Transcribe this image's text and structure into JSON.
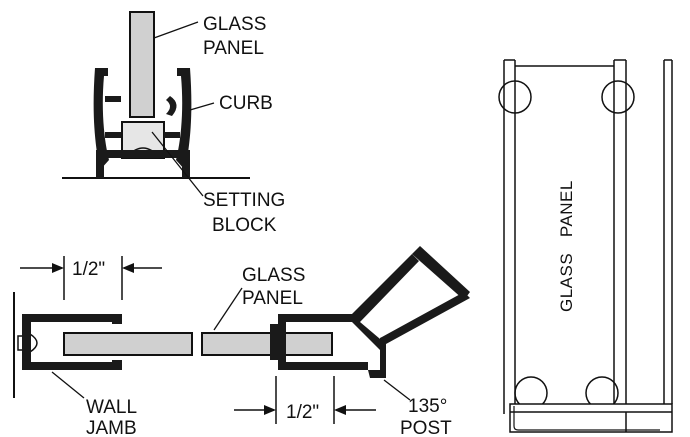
{
  "labels": {
    "glass_panel_top_1": "GLASS",
    "glass_panel_top_2": "PANEL",
    "curb": "CURB",
    "setting_block_1": "SETTING",
    "setting_block_2": "BLOCK",
    "dim_left": "1/2\"",
    "glass_panel_mid_1": "GLASS",
    "glass_panel_mid_2": "PANEL",
    "wall_jamb_1": "WALL",
    "wall_jamb_2": "JAMB",
    "dim_right": "1/2\"",
    "post_1": "135°",
    "post_2": "POST",
    "glass_panel_vertical": "GLASS   PANEL"
  },
  "colors": {
    "ink": "#111111",
    "glass": "#d0d0d0",
    "profile": "#1a1a1a",
    "block": "#e6e6e6"
  }
}
